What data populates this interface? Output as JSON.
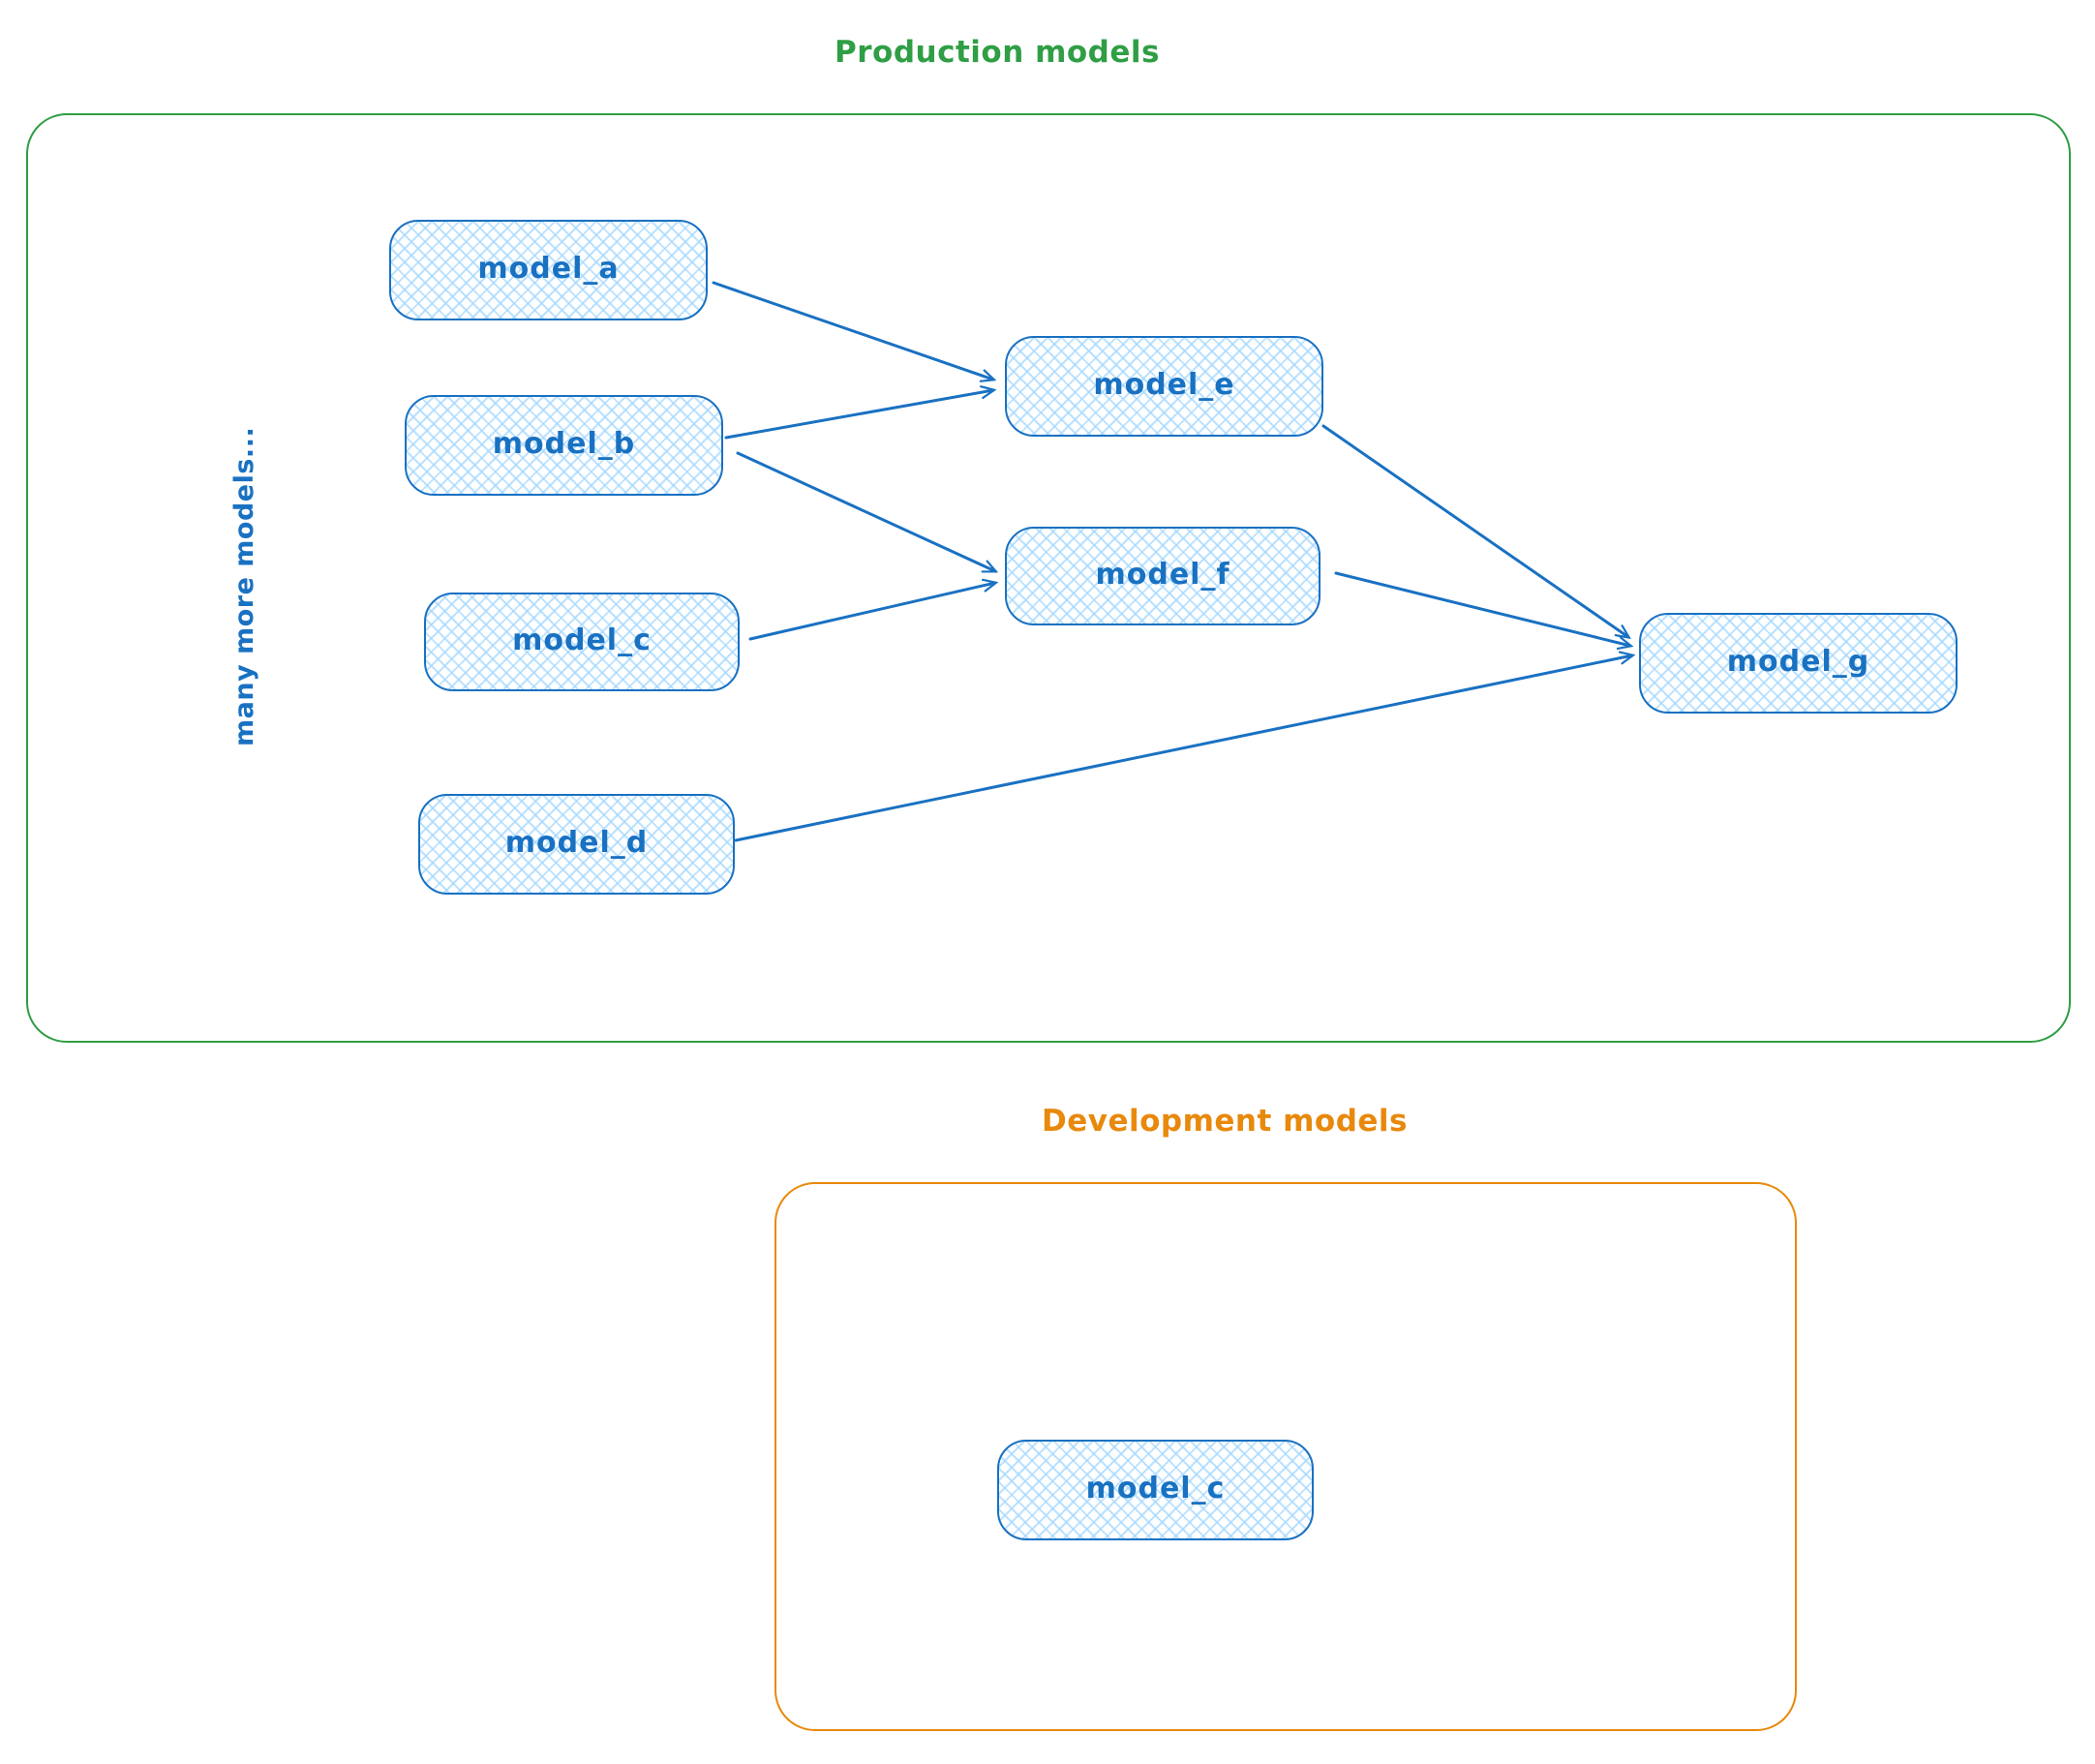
{
  "diagram": {
    "production": {
      "title": "Production models",
      "border_color": "#2f9e44",
      "side_note": "many more models..."
    },
    "development": {
      "title": "Development models",
      "border_color": "#e8890c"
    },
    "node_style": {
      "border_color": "#1971c2",
      "fill_color": "#a5d8ff",
      "text_color": "#1971c2",
      "fill_pattern": "cross-hatch"
    }
  },
  "nodes": [
    {
      "id": "model_a",
      "label": "model_a",
      "group": "production"
    },
    {
      "id": "model_b",
      "label": "model_b",
      "group": "production"
    },
    {
      "id": "model_c",
      "label": "model_c",
      "group": "production"
    },
    {
      "id": "model_d",
      "label": "model_d",
      "group": "production"
    },
    {
      "id": "model_e",
      "label": "model_e",
      "group": "production"
    },
    {
      "id": "model_f",
      "label": "model_f",
      "group": "production"
    },
    {
      "id": "model_g",
      "label": "model_g",
      "group": "production"
    },
    {
      "id": "model_c_dev",
      "label": "model_c",
      "group": "development"
    }
  ],
  "edges": [
    {
      "from": "model_a",
      "to": "model_e"
    },
    {
      "from": "model_b",
      "to": "model_e"
    },
    {
      "from": "model_b",
      "to": "model_f"
    },
    {
      "from": "model_c",
      "to": "model_f"
    },
    {
      "from": "model_e",
      "to": "model_g"
    },
    {
      "from": "model_f",
      "to": "model_g"
    },
    {
      "from": "model_d",
      "to": "model_g"
    }
  ]
}
